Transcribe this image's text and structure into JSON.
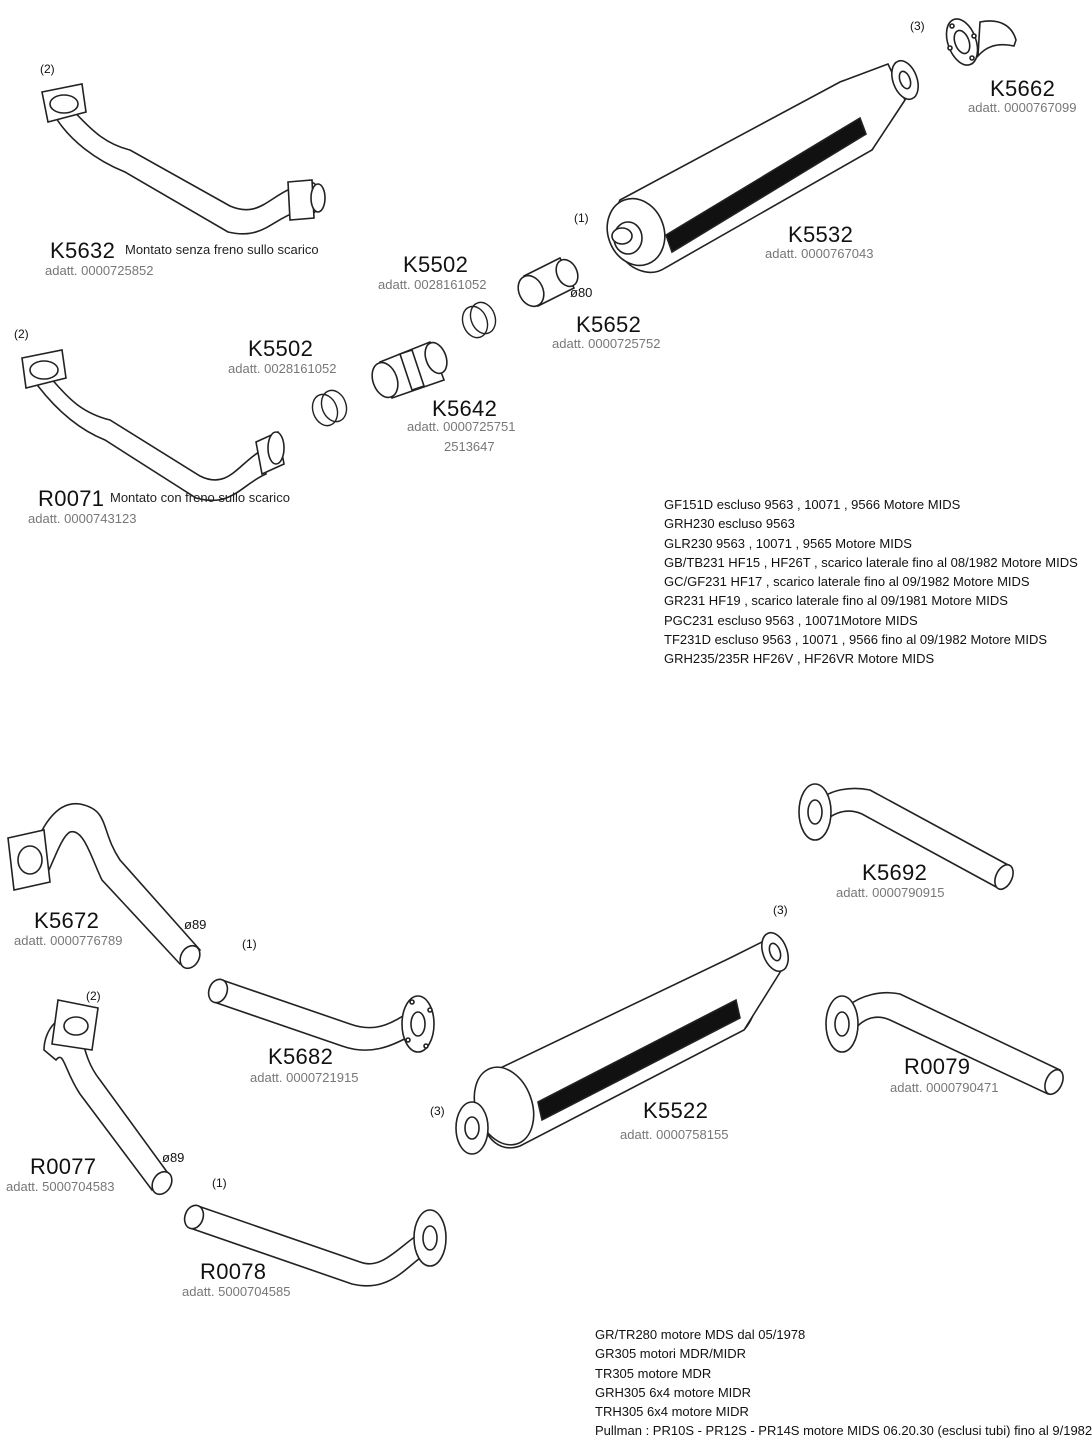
{
  "parts": {
    "k5662": {
      "code": "K5662",
      "ref": "adatt. 0000767099",
      "callout": "(3)"
    },
    "k5632": {
      "code": "K5632",
      "ref": "adatt. 0000725852",
      "note": "Montato senza freno sullo scarico",
      "callout": "(2)"
    },
    "k5532": {
      "code": "K5532",
      "ref": "adatt. 0000767043",
      "callout": "(1)"
    },
    "k5502_a": {
      "code": "K5502",
      "ref": "adatt. 0028161052"
    },
    "k5652": {
      "code": "K5652",
      "ref": "adatt. 0000725752",
      "dia": "ø80"
    },
    "k5502_b": {
      "code": "K5502",
      "ref": "adatt. 0028161052"
    },
    "k5642": {
      "code": "K5642",
      "ref": "adatt. 0000725751",
      "ref2": "2513647"
    },
    "r0071": {
      "code": "R0071",
      "ref": "adatt. 0000743123",
      "note": "Montato con freno sullo scarico",
      "callout": "(2)"
    },
    "k5692": {
      "code": "K5692",
      "ref": "adatt. 0000790915"
    },
    "k5672": {
      "code": "K5672",
      "ref": "adatt. 0000776789",
      "dia": "ø89"
    },
    "k5682": {
      "code": "K5682",
      "ref": "adatt. 0000721915",
      "callout": "(1)"
    },
    "k5522": {
      "code": "K5522",
      "ref": "adatt. 0000758155",
      "callout_top": "(3)",
      "callout_left": "(3)"
    },
    "r0079": {
      "code": "R0079",
      "ref": "adatt. 0000790471"
    },
    "r0077": {
      "code": "R0077",
      "ref": "adatt. 5000704583",
      "dia": "ø89",
      "callout": "(2)"
    },
    "r0078": {
      "code": "R0078",
      "ref": "adatt. 5000704585",
      "callout": "(1)"
    }
  },
  "applications_top": [
    "GF151D escluso 9563 , 10071 , 9566 Motore MIDS",
    "GRH230 escluso 9563",
    "GLR230 9563 , 10071 , 9565 Motore MIDS",
    "GB/TB231 HF15 , HF26T , scarico laterale fino al 08/1982 Motore MIDS",
    "GC/GF231 HF17 , scarico laterale fino al 09/1982 Motore MIDS",
    "GR231 HF19 , scarico laterale fino al 09/1981 Motore MIDS",
    "PGC231 escluso 9563 , 10071Motore MIDS",
    "TF231D escluso 9563 , 10071 , 9566 fino al 09/1982 Motore MIDS",
    "GRH235/235R HF26V , HF26VR Motore MIDS"
  ],
  "applications_bottom": [
    "GR/TR280 motore MDS dal 05/1978",
    "GR305 motori MDR/MIDR",
    "TR305 motore MDR",
    "GRH305 6x4 motore MIDR",
    "TRH305 6x4 motore MIDR",
    "Pullman : PR10S - PR12S - PR14S motore MIDS 06.20.30 (esclusi tubi) fino al 9/1982"
  ]
}
